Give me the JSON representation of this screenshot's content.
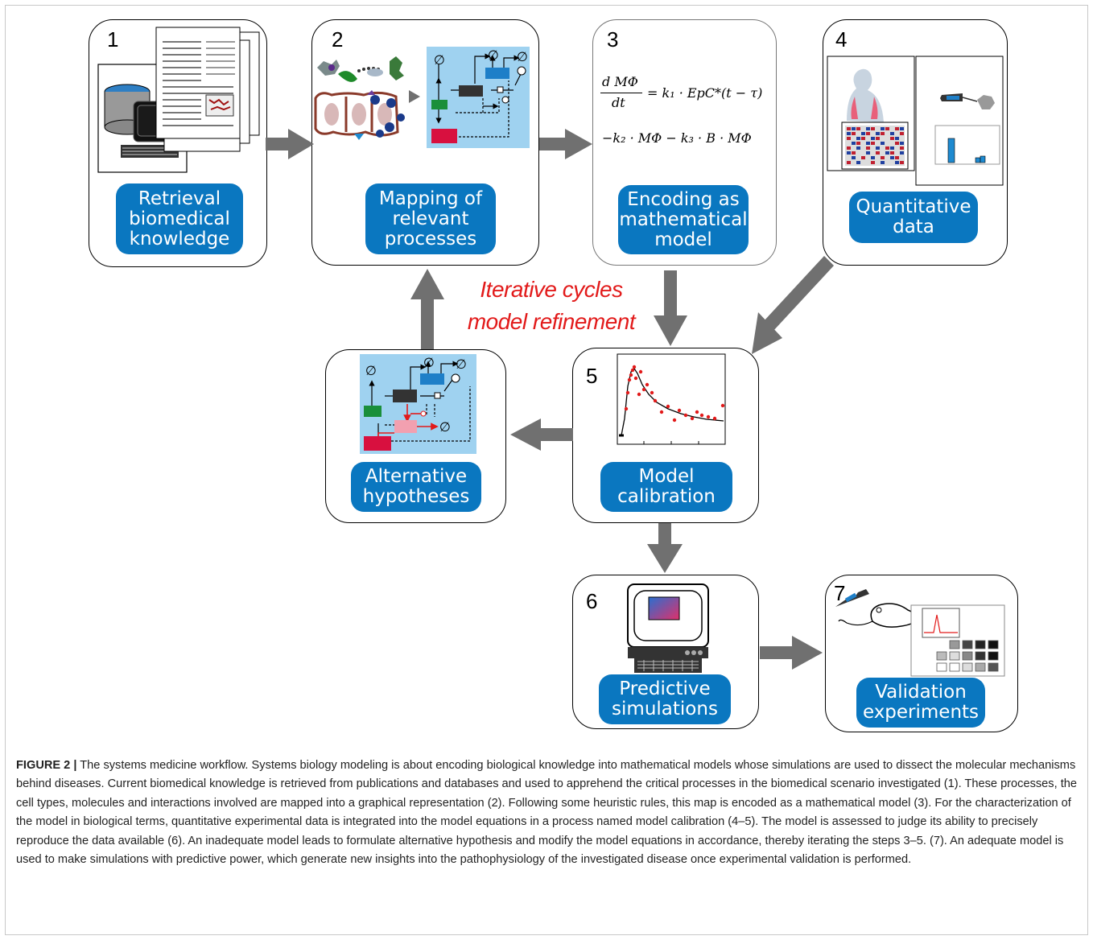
{
  "stages": [
    {
      "number": "1",
      "label_lines": [
        "Retrieval",
        "biomedical",
        "knowledge"
      ]
    },
    {
      "number": "2",
      "label_lines": [
        "Mapping of",
        "relevant",
        "processes"
      ]
    },
    {
      "number": "3",
      "label_lines": [
        "Encoding as",
        "mathematical",
        "model"
      ]
    },
    {
      "number": "4",
      "label_lines": [
        "Quantitative",
        "data"
      ]
    },
    {
      "number": "5",
      "label_lines": [
        "Model",
        "calibration"
      ]
    },
    {
      "number": "6",
      "label_lines": [
        "Predictive",
        "simulations"
      ]
    },
    {
      "number": "7",
      "label_lines": [
        "Validation",
        "experiments"
      ]
    },
    {
      "number": "",
      "label_lines": [
        "Alternative",
        "hypotheses"
      ]
    }
  ],
  "equation": {
    "line1_numerator": "d MΦ",
    "line1_denominator": "dt",
    "line1_rhs": "= k₁ · EpC*(t − τ)",
    "line2": "−k₂ · MΦ − k₃ · B · MΦ"
  },
  "network_symbol": "∅",
  "iterative_label": [
    "Iterative cycles",
    "model refinement"
  ],
  "caption": {
    "figure_label": "FIGURE 2 |",
    "text": " The systems medicine workflow. Systems biology modeling is about encoding biological knowledge into mathematical models whose simulations are used to dissect the molecular mechanisms behind diseases. Current biomedical knowledge is retrieved from publications and databases and used to apprehend the critical processes in the biomedical scenario investigated (1). These processes, the cell types, molecules and interactions involved are mapped into a graphical representation (2). Following some heuristic rules, this map is encoded as a mathematical model (3). For the characterization of the model in biological terms, quantitative experimental data is integrated into the model equations in a process named model calibration (4–5). The model is assessed to judge its ability to precisely reproduce the data available (6). An inadequate model leads to formulate alternative hypothesis and modify the model equations in accordance, thereby iterating the steps 3–5. (7). An adequate model is used to make simulations with predictive power, which generate new insights into the pathophysiology of the investigated disease once experimental validation is performed."
  },
  "colors": {
    "pill_blue": "#0a77c0",
    "arrow_gray": "#707070",
    "network_bg": "#9fd2f0",
    "red_text": "#e21a1a",
    "node_green": "#1a8f3a",
    "node_dark": "#333333",
    "node_blue": "#1e7fc8",
    "node_red": "#d8103f",
    "node_pink": "#f2a0b0"
  }
}
